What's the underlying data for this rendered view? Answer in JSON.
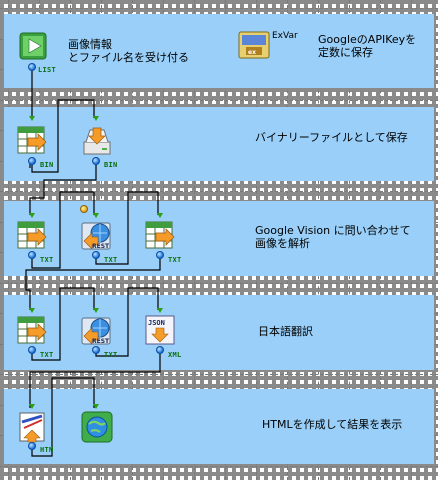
{
  "rows": [
    {
      "label": "画像情報\nとファイル名を受け付る",
      "extra_label": "GoogleのAPIKeyを\n定数に保存",
      "exvar_label": "ExVar",
      "icons": [
        {
          "name": "photo-list-icon",
          "tag": "LIST"
        },
        {
          "name": "exvar-icon",
          "tag": ""
        }
      ]
    },
    {
      "label": "バイナリーファイルとして保存",
      "icons": [
        {
          "name": "table-convert-icon",
          "tag": "BIN"
        },
        {
          "name": "disk-save-icon",
          "tag": "BIN"
        }
      ]
    },
    {
      "label": "Google Vision に問い合わせて\n画像を解析",
      "icons": [
        {
          "name": "table-convert-icon",
          "tag": "TXT"
        },
        {
          "name": "rest-globe-icon",
          "tag": "TXT"
        },
        {
          "name": "table-convert-icon",
          "tag": "TXT"
        }
      ]
    },
    {
      "label": "日本語翻訳",
      "icons": [
        {
          "name": "table-convert-icon",
          "tag": "TXT"
        },
        {
          "name": "rest-globe-icon",
          "tag": "TXT"
        },
        {
          "name": "json-to-xml-icon",
          "tag": "XML"
        }
      ]
    },
    {
      "label": "HTMLを作成して結果を表示",
      "icons": [
        {
          "name": "html-write-icon",
          "tag": "HTM"
        },
        {
          "name": "globe-browser-icon",
          "tag": ""
        }
      ]
    }
  ],
  "json_badge": "JSON",
  "rest_badge": "REST",
  "colors": {
    "band": "#99cff8",
    "wire": "#000000",
    "tag": "#0c6e10",
    "dot": "#1a70d6"
  }
}
